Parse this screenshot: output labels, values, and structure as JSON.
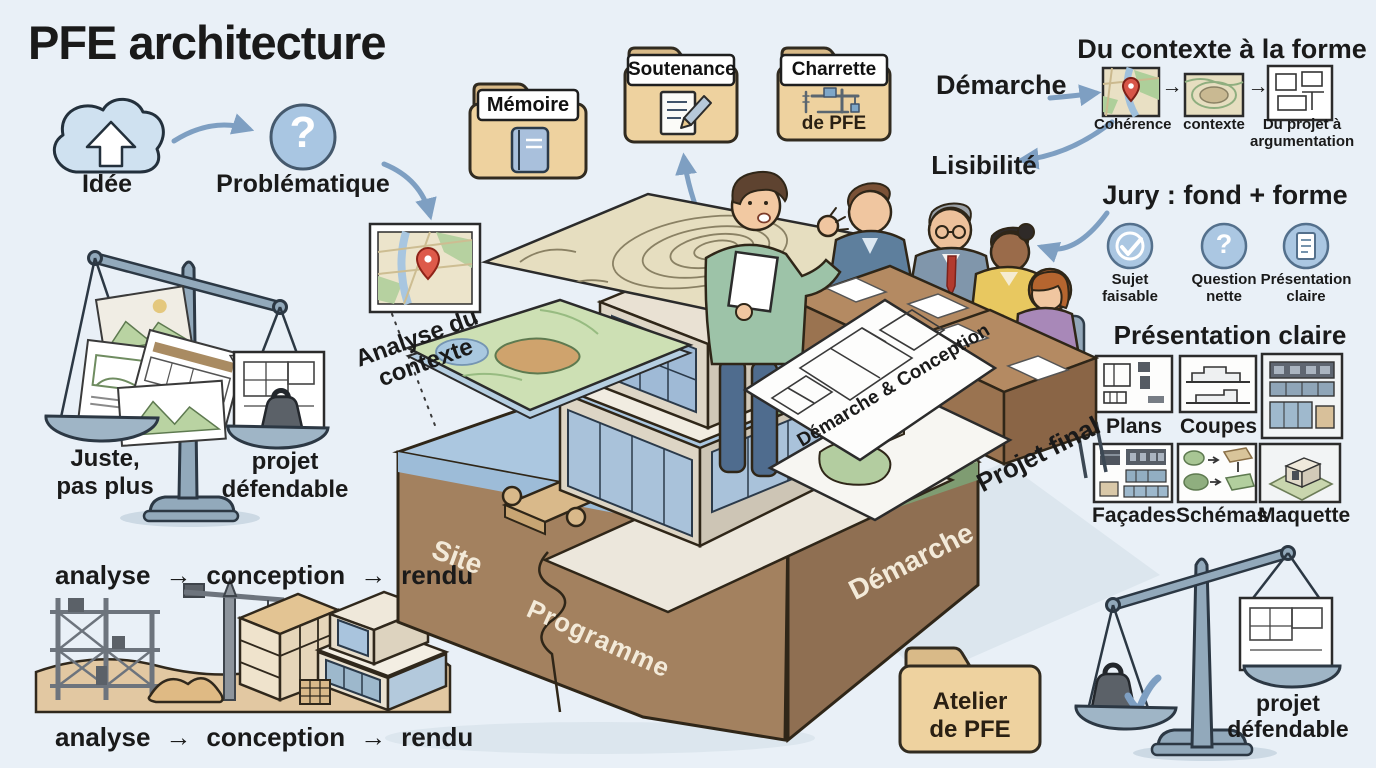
{
  "title": "PFE architecture",
  "icons": {
    "question_mark": "?",
    "arrow_right": "→",
    "check": "✓"
  },
  "flow": {
    "idee": "Idée",
    "problematique": "Problématique"
  },
  "folders": {
    "memoire": "Mémoire",
    "soutenance": "Soutenance",
    "charrette": "Charrette",
    "charrette_sub": "de PFE",
    "atelier_line1": "Atelier",
    "atelier_line2": "de PFE"
  },
  "context_to_form": {
    "heading": "Du contexte à la forme",
    "demarche": "Démarche",
    "steps": [
      {
        "label": "Cohérence"
      },
      {
        "label": "contexte"
      },
      {
        "label_line1": "Du projet à",
        "label_line2": "argumentation"
      }
    ],
    "lisibilite": "Lisibilité"
  },
  "jury": {
    "heading": "Jury : fond + forme",
    "criteria": [
      {
        "label": "Sujet faisable"
      },
      {
        "label_line1": "Question",
        "label_line2": "nette"
      },
      {
        "label_line1": "Présentation",
        "label_line2": "claire"
      }
    ]
  },
  "presentation": {
    "heading": "Présentation claire",
    "labels": {
      "plans": "Plans",
      "coupes": "Coupes",
      "facades": "Façades",
      "schemas": "Schémas",
      "maquette": "Maquette"
    }
  },
  "left_scale": {
    "left_line1": "Juste,",
    "left_line2": "pas plus",
    "right_line1": "projet",
    "right_line2": "défendable"
  },
  "process": {
    "step1": "analyse",
    "step2": "conception",
    "step3": "rendu",
    "arrow": "→"
  },
  "site_model": {
    "analyse_line1": "Analyse du",
    "analyse_line2": "contexte",
    "site": "Site",
    "programme": "Programme",
    "demarche": "Démarche",
    "sheet_label": "Démarche & Conception",
    "projet_final": "Projet final"
  },
  "right_scale": {
    "line1": "projet",
    "line2": "défendable"
  }
}
